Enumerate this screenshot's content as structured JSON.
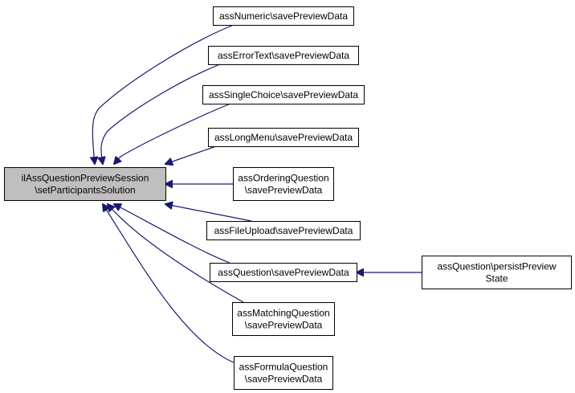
{
  "colors": {
    "edge": "#191970",
    "root_fill": "#bfbfbf",
    "node_fill": "#ffffff",
    "border": "#000000"
  },
  "nodes": [
    {
      "id": "root",
      "lines": [
        "ilAssQuestionPreviewSession",
        "\\setParticipantsSolution"
      ],
      "highlight": true
    },
    {
      "id": "numeric",
      "lines": [
        "assNumeric\\savePreviewData"
      ]
    },
    {
      "id": "errortext",
      "lines": [
        "assErrorText\\savePreviewData"
      ]
    },
    {
      "id": "singlechoice",
      "lines": [
        "assSingleChoice\\savePreviewData"
      ]
    },
    {
      "id": "longmenu",
      "lines": [
        "assLongMenu\\savePreviewData"
      ]
    },
    {
      "id": "ordering",
      "lines": [
        "assOrderingQuestion",
        "\\savePreviewData"
      ]
    },
    {
      "id": "fileupload",
      "lines": [
        "assFileUpload\\savePreviewData"
      ]
    },
    {
      "id": "question",
      "lines": [
        "assQuestion\\savePreviewData"
      ]
    },
    {
      "id": "matching",
      "lines": [
        "assMatchingQuestion",
        "\\savePreviewData"
      ]
    },
    {
      "id": "formula",
      "lines": [
        "assFormulaQuestion",
        "\\savePreviewData"
      ]
    },
    {
      "id": "persist",
      "lines": [
        "assQuestion\\persistPreview",
        "State"
      ]
    }
  ],
  "edges": [
    {
      "from": "numeric",
      "to": "root"
    },
    {
      "from": "errortext",
      "to": "root"
    },
    {
      "from": "singlechoice",
      "to": "root"
    },
    {
      "from": "longmenu",
      "to": "root"
    },
    {
      "from": "ordering",
      "to": "root"
    },
    {
      "from": "fileupload",
      "to": "root"
    },
    {
      "from": "question",
      "to": "root"
    },
    {
      "from": "matching",
      "to": "root"
    },
    {
      "from": "formula",
      "to": "root"
    },
    {
      "from": "persist",
      "to": "question"
    }
  ]
}
